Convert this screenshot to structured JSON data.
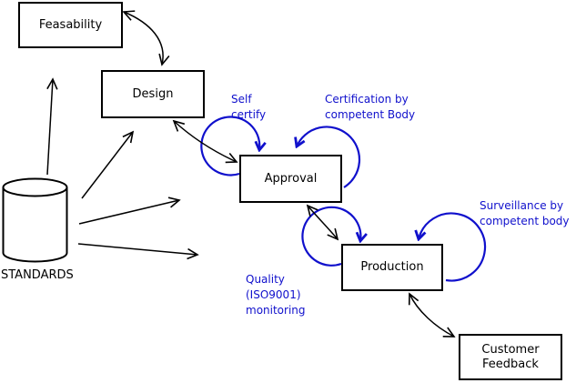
{
  "title": "Product lifecycle standards diagram",
  "colors": {
    "annotation_blue": "#1010cc",
    "line_black": "#000000",
    "background": "#ffffff"
  },
  "nodes": {
    "feasability": {
      "label": "Feasability",
      "shape": "rectangle"
    },
    "design": {
      "label": "Design",
      "shape": "rectangle"
    },
    "approval": {
      "label": "Approval",
      "shape": "rectangle"
    },
    "production": {
      "label": "Production",
      "shape": "rectangle"
    },
    "customer_feedback": {
      "label": "Customer\nFeedback",
      "shape": "rectangle"
    },
    "standards": {
      "label": "STANDARDS",
      "shape": "cylinder"
    }
  },
  "annotations": {
    "self_certify": {
      "label": "Self\ncertify",
      "attached_to": "approval"
    },
    "certification": {
      "label": "Certification by\ncompetent Body",
      "attached_to": "approval"
    },
    "surveillance": {
      "label": "Surveillance by\ncompetent body",
      "attached_to": "production"
    },
    "quality_monitoring": {
      "label": "Quality\n(ISO9001)\nmonitoring",
      "attached_to": "production"
    }
  },
  "edges": [
    {
      "from": "standards",
      "to": "feasability",
      "style": "arrow"
    },
    {
      "from": "standards",
      "to": "design",
      "style": "arrow"
    },
    {
      "from": "standards",
      "to": "approval",
      "style": "arrow"
    },
    {
      "from": "standards",
      "to": "production",
      "style": "arrow"
    },
    {
      "from": "feasability",
      "to": "design",
      "style": "double-arrow"
    },
    {
      "from": "design",
      "to": "approval",
      "style": "double-arrow"
    },
    {
      "from": "approval",
      "to": "production",
      "style": "double-arrow"
    },
    {
      "from": "production",
      "to": "customer_feedback",
      "style": "double-arrow"
    },
    {
      "node": "approval",
      "loop": "self_certify",
      "style": "blue-loop"
    },
    {
      "node": "approval",
      "loop": "certification",
      "style": "blue-loop"
    },
    {
      "node": "production",
      "loop": "quality_monitoring",
      "style": "blue-loop"
    },
    {
      "node": "production",
      "loop": "surveillance",
      "style": "blue-loop"
    }
  ]
}
